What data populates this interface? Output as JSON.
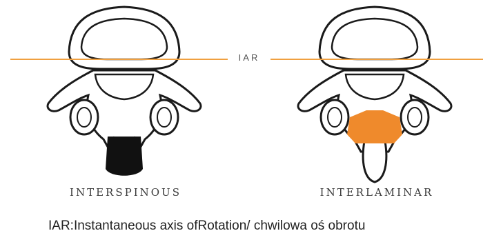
{
  "iar_label": "IAR",
  "left_caption": "INTERSPINOUS",
  "right_caption": "INTERLAMINAR",
  "footnote": "IAR:Instantaneous axis ofRotation/ chwilowa oś obrotu",
  "colors": {
    "axis_line": "#f0a040",
    "interlaminar_implant": "#ef8a2c",
    "interspinous_implant": "#111111",
    "outline": "#1a1a1a"
  }
}
